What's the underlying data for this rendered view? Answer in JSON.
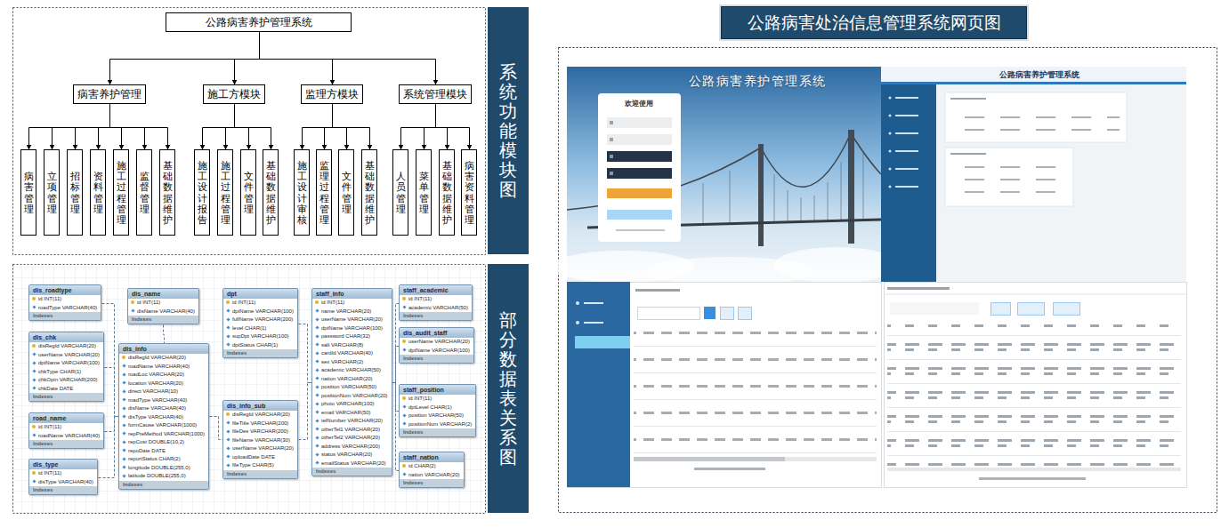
{
  "diagram": {
    "nodes": [
      {
        "text": [
          "公路病害养护管理系统"
        ]
      },
      {
        "text": [
          "病害养护管理"
        ]
      },
      {
        "text": [
          "施工方模块"
        ]
      },
      {
        "text": [
          "监理方模块"
        ]
      },
      {
        "text": [
          "系统管理模块"
        ]
      },
      {
        "text": [
          "病害管理"
        ]
      },
      {
        "text": [
          "立项管理"
        ]
      },
      {
        "text": [
          "招标管理"
        ]
      },
      {
        "text": [
          "资料管理"
        ]
      },
      {
        "text": [
          "施工过程管理"
        ]
      },
      {
        "text": [
          "监督管理"
        ]
      },
      {
        "text": [
          "基础数据维护"
        ]
      },
      {
        "text": [
          "施工设计报告"
        ]
      },
      {
        "text": [
          "施工过程管理"
        ]
      },
      {
        "text": [
          "文件管理"
        ]
      },
      {
        "text": [
          "基础数据维护"
        ]
      },
      {
        "text": [
          "施工设计审核"
        ]
      },
      {
        "text": [
          "监理过程管理"
        ]
      },
      {
        "text": [
          "文件管理"
        ]
      },
      {
        "text": [
          "基础数据维护"
        ]
      },
      {
        "text": [
          "人员管理"
        ]
      },
      {
        "text": [
          "菜单管理"
        ]
      },
      {
        "text": [
          "基础数据维护"
        ]
      },
      {
        "text": [
          "病害资料管理"
        ]
      },
      {
        "text": [
          "系统功能模块图"
        ]
      },
      {
        "text": [
          "dis_roadtype",
          "id INT(11)",
          "roadType VARCHAR(40)",
          "Indexes"
        ]
      },
      {
        "text": [
          "dis_chk",
          "disRegId VARCHAR(20)",
          "userName VARCHAR(20)",
          "dptName VARCHAR(100)",
          "chkType CHAR(1)",
          "chkOpin VARCHAR(200)",
          "chkDate DATE",
          "Indexes"
        ]
      },
      {
        "text": [
          "road_name",
          "id INT(11)",
          "roadName VARCHAR(40)",
          "Indexes"
        ]
      },
      {
        "text": [
          "dis_type",
          "id INT(11)",
          "disType VARCHAR(40)",
          "Indexes"
        ]
      },
      {
        "text": [
          "dis_name",
          "id INT(11)",
          "disName VARCHAR(40)",
          "Indexes"
        ]
      },
      {
        "text": [
          "dis_info",
          "disRegId VARCHAR(20)",
          "roadName VARCHAR(40)",
          "roadLoc VARCHAR(20)",
          "location VARCHAR(20)",
          "direct VARCHAR(10)",
          "roadType VARCHAR(40)",
          "disName VARCHAR(40)",
          "disType VARCHAR(40)",
          "formCause VARCHAR(1000)",
          "repPreMethod VARCHAR(1000)",
          "repCost DOUBLE(10,2)",
          "repoDate DATE",
          "reportStatus CHAR(2)",
          "longitude DOUBLE(255,0)",
          "latitude DOUBLE(255,0)",
          "Indexes"
        ]
      },
      {
        "text": [
          "dpt",
          "id INT(11)",
          "dptName VARCHAR(100)",
          "fullName VARCHAR(200)",
          "level CHAR(1)",
          "supDpt VARCHAR(100)",
          "dptStatus CHAR(1)",
          "Indexes"
        ]
      },
      {
        "text": [
          "dis_info_sub",
          "disRegId VARCHAR(20)",
          "fileTitle VARCHAR(200)",
          "fileDes VARCHAR(200)",
          "fileName VARCHAR(30)",
          "userName VARCHAR(20)",
          "uploadDate DATE",
          "fileType CHAR(5)",
          "Indexes"
        ]
      },
      {
        "text": [
          "staff_info",
          "id INT(11)",
          "name VARCHAR(20)",
          "userName VARCHAR(20)",
          "dptName VARCHAR(100)",
          "password CHAR(32)",
          "salt VARCHAR(8)",
          "cardId VARCHAR(40)",
          "sex VARCHAR(2)",
          "academic VARCHAR(50)",
          "nation VARCHAR(20)",
          "position VARCHAR(50)",
          "positionNum VARCHAR(20)",
          "photo VARCHAR(100)",
          "email VARCHAR(50)",
          "telNumber VARCHAR(20)",
          "otherTel1 VARCHAR(20)",
          "otherTel2 VARCHAR(20)",
          "address VARCHAR(200)",
          "status VARCHAR(20)",
          "emailStatus VARCHAR(20)",
          "Indexes"
        ]
      },
      {
        "text": [
          "staff_academic",
          "id INT(11)",
          "academic VARCHAR(50)",
          "Indexes"
        ]
      },
      {
        "text": [
          "dis_audit_staff",
          "userName VARCHAR(20)",
          "dptName VARCHAR(100)",
          "Indexes"
        ]
      },
      {
        "text": [
          "staff_position",
          "id INT(11)",
          "dptLevel CHAR(1)",
          "position VARCHAR(50)",
          "positionNum VARCHAR(2)",
          "Indexes"
        ]
      },
      {
        "text": [
          "staff_nation",
          "id CHAR(2)",
          "nation VARCHAR(20)",
          "Indexes"
        ]
      },
      {
        "text": [
          "部分数据表关系图"
        ]
      },
      {
        "text": [
          "公路病害处治信息管理系统网页图"
        ]
      }
    ],
    "edges": [
      {
        "from": 0,
        "to": 1,
        "arrow": "to"
      },
      {
        "from": 0,
        "to": 2,
        "arrow": "to"
      },
      {
        "from": 0,
        "to": 3,
        "arrow": "to"
      },
      {
        "from": 0,
        "to": 4,
        "arrow": "to"
      },
      {
        "from": 1,
        "to": 5,
        "arrow": "to"
      },
      {
        "from": 1,
        "to": 6,
        "arrow": "to"
      },
      {
        "from": 1,
        "to": 7,
        "arrow": "to"
      },
      {
        "from": 1,
        "to": 8,
        "arrow": "to"
      },
      {
        "from": 1,
        "to": 9,
        "arrow": "to"
      },
      {
        "from": 1,
        "to": 10,
        "arrow": "to"
      },
      {
        "from": 1,
        "to": 11,
        "arrow": "to"
      },
      {
        "from": 2,
        "to": 12,
        "arrow": "to"
      },
      {
        "from": 2,
        "to": 13,
        "arrow": "to"
      },
      {
        "from": 2,
        "to": 14,
        "arrow": "to"
      },
      {
        "from": 2,
        "to": 15,
        "arrow": "to"
      },
      {
        "from": 3,
        "to": 16,
        "arrow": "to"
      },
      {
        "from": 3,
        "to": 17,
        "arrow": "to"
      },
      {
        "from": 3,
        "to": 18,
        "arrow": "to"
      },
      {
        "from": 3,
        "to": 19,
        "arrow": "to"
      },
      {
        "from": 4,
        "to": 20,
        "arrow": "to"
      },
      {
        "from": 4,
        "to": 21,
        "arrow": "to"
      },
      {
        "from": 4,
        "to": 22,
        "arrow": "to"
      },
      {
        "from": 4,
        "to": 23,
        "arrow": "to"
      },
      {
        "from": 25,
        "to": 30,
        "arrow": "none"
      },
      {
        "from": 26,
        "to": 30,
        "arrow": "none"
      },
      {
        "from": 27,
        "to": 30,
        "arrow": "none"
      },
      {
        "from": 28,
        "to": 30,
        "arrow": "none"
      },
      {
        "from": 29,
        "to": 30,
        "arrow": "none"
      },
      {
        "from": 30,
        "to": 32,
        "arrow": "none"
      },
      {
        "from": 31,
        "to": 33,
        "arrow": "none"
      },
      {
        "from": 32,
        "to": 33,
        "arrow": "none"
      },
      {
        "from": 34,
        "to": 33,
        "arrow": "none"
      },
      {
        "from": 35,
        "to": 33,
        "arrow": "none"
      },
      {
        "from": 36,
        "to": 33,
        "arrow": "none"
      },
      {
        "from": 37,
        "to": 33,
        "arrow": "none"
      }
    ],
    "labels": [
      "公路病害养护管理系统",
      "欢迎使用",
      "公路病害养护管理系统"
    ]
  }
}
